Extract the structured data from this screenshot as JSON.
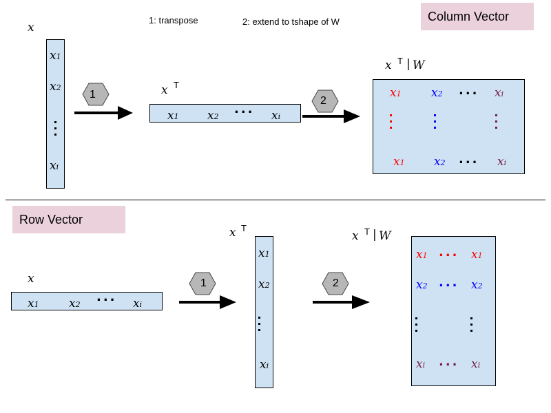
{
  "steps": {
    "step1_label": "1: transpose",
    "step2_label": "2: extend to tshape of W"
  },
  "headings": {
    "column_vector": "Column Vector",
    "row_vector": "Row Vector"
  },
  "symbols": {
    "x": "x",
    "transpose_mark": "T",
    "product_bar": "|",
    "W": "W",
    "x1_base": "x",
    "x1_sub": "1",
    "x2_base": "x",
    "x2_sub": "2",
    "xi_base": "x",
    "xi_sub": "i",
    "ellipsis": "...",
    "hex_1": "1",
    "hex_2": "2"
  },
  "colors": {
    "vector_fill": "#cfe2f3",
    "heading_fill": "#ead1dc",
    "hex_fill": "#b7b7b7",
    "col1": "#ff0000",
    "col2": "#0000ff",
    "coli": "#741b47"
  }
}
